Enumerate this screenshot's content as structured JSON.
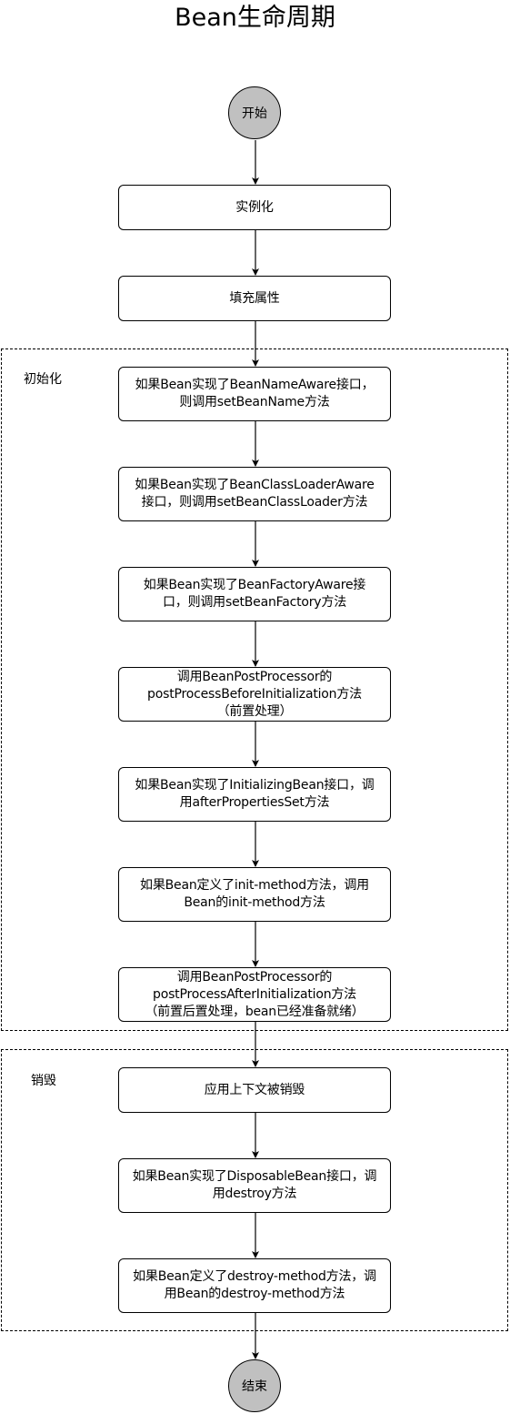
{
  "diagram": {
    "title": "Bean生命周期",
    "start": "开始",
    "end": "结束",
    "steps_before": [
      "实例化",
      "填充属性"
    ],
    "groups": [
      {
        "label": "初始化",
        "steps": [
          "如果Bean实现了BeanNameAware接口，\n则调用setBeanName方法",
          "如果Bean实现了BeanClassLoaderAware\n接口，则调用setBeanClassLoader方法",
          "如果Bean实现了BeanFactoryAware接\n口，则调用setBeanFactory方法",
          "调用BeanPostProcessor的\npostProcessBeforeInitialization方法\n（前置处理）",
          "如果Bean实现了InitializingBean接口，调\n用afterPropertiesSet方法",
          "如果Bean定义了init-method方法，调用\nBean的init-method方法",
          "调用BeanPostProcessor的\npostProcessAfterInitialization方法\n（前置后置处理，bean已经准备就绪）"
        ]
      },
      {
        "label": "销毁",
        "steps": [
          "应用上下文被销毁",
          "如果Bean实现了DisposableBean接口，调\n用destroy方法",
          "如果Bean定义了destroy-method方法，调\n用Bean的destroy-method方法"
        ]
      }
    ],
    "colors": {
      "terminal_fill": "#c0c0c0",
      "stroke": "#000000"
    }
  }
}
